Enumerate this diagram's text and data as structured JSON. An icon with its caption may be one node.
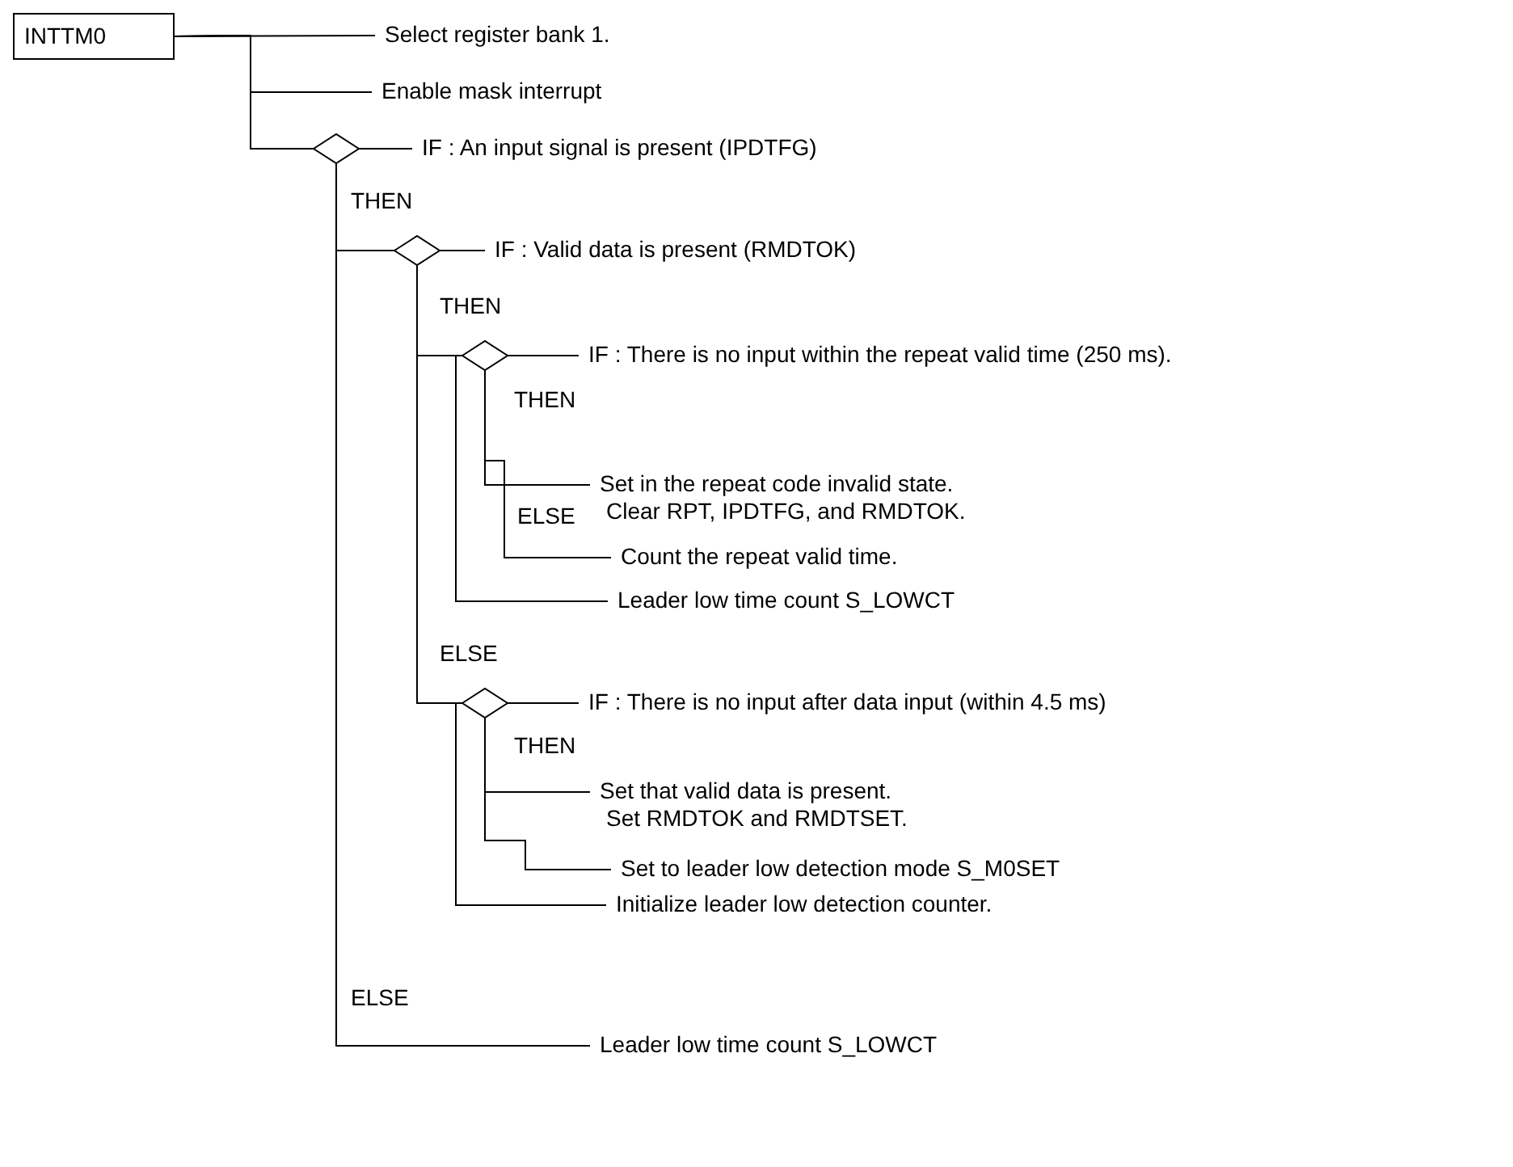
{
  "diagram": {
    "nodes": [
      {
        "text": [
          "INTTM0"
        ]
      },
      {
        "text": [
          "Select register bank 1."
        ]
      },
      {
        "text": [
          "Enable mask interrupt"
        ]
      },
      {
        "text": [],
        "shape": "diamond"
      },
      {
        "text": [
          "IF : An input signal is present (IPDTFG)"
        ]
      },
      {
        "text": [],
        "shape": "diamond"
      },
      {
        "text": [
          "IF : Valid data is present (RMDTOK)"
        ]
      },
      {
        "text": [],
        "shape": "diamond"
      },
      {
        "text": [
          "IF : There is no input within the repeat valid time (250 ms)."
        ]
      },
      {
        "text": [
          "Set in the repeat code invalid state.",
          "Clear RPT, IPDTFG, and RMDTOK."
        ]
      },
      {
        "text": [
          "Count the repeat valid time."
        ]
      },
      {
        "text": [
          "Leader low time count S_LOWCT"
        ]
      },
      {
        "text": [],
        "shape": "diamond"
      },
      {
        "text": [
          "IF : There is no input after data input (within 4.5 ms)"
        ]
      },
      {
        "text": [
          "Set that valid data is present.",
          "Set RMDTOK and RMDTSET."
        ]
      },
      {
        "text": [
          "Set to leader low detection mode S_M0SET"
        ]
      },
      {
        "text": [
          "Initialize leader low detection counter."
        ]
      },
      {
        "text": [
          "Leader low time count S_LOWCT"
        ]
      }
    ],
    "edges": [
      {
        "from": 0,
        "to": 1,
        "arrow": "none"
      },
      {
        "from": 0,
        "to": 2,
        "arrow": "none"
      },
      {
        "from": 0,
        "to": 3,
        "arrow": "none"
      },
      {
        "from": 3,
        "to": 4,
        "arrow": "none"
      },
      {
        "from": 3,
        "to": 5,
        "arrow": "none"
      },
      {
        "from": 3,
        "to": 17,
        "arrow": "none"
      },
      {
        "from": 5,
        "to": 6,
        "arrow": "none"
      },
      {
        "from": 5,
        "to": 7,
        "arrow": "none"
      },
      {
        "from": 5,
        "to": 11,
        "arrow": "none"
      },
      {
        "from": 5,
        "to": 12,
        "arrow": "none"
      },
      {
        "from": 5,
        "to": 16,
        "arrow": "none"
      },
      {
        "from": 7,
        "to": 8,
        "arrow": "none"
      },
      {
        "from": 7,
        "to": 9,
        "arrow": "none"
      },
      {
        "from": 7,
        "to": 10,
        "arrow": "none"
      },
      {
        "from": 12,
        "to": 13,
        "arrow": "none"
      },
      {
        "from": 12,
        "to": 14,
        "arrow": "none"
      },
      {
        "from": 12,
        "to": 15,
        "arrow": "none"
      }
    ],
    "labels": [
      "THEN",
      "THEN",
      "THEN",
      "ELSE",
      "ELSE",
      "THEN",
      "ELSE"
    ]
  }
}
